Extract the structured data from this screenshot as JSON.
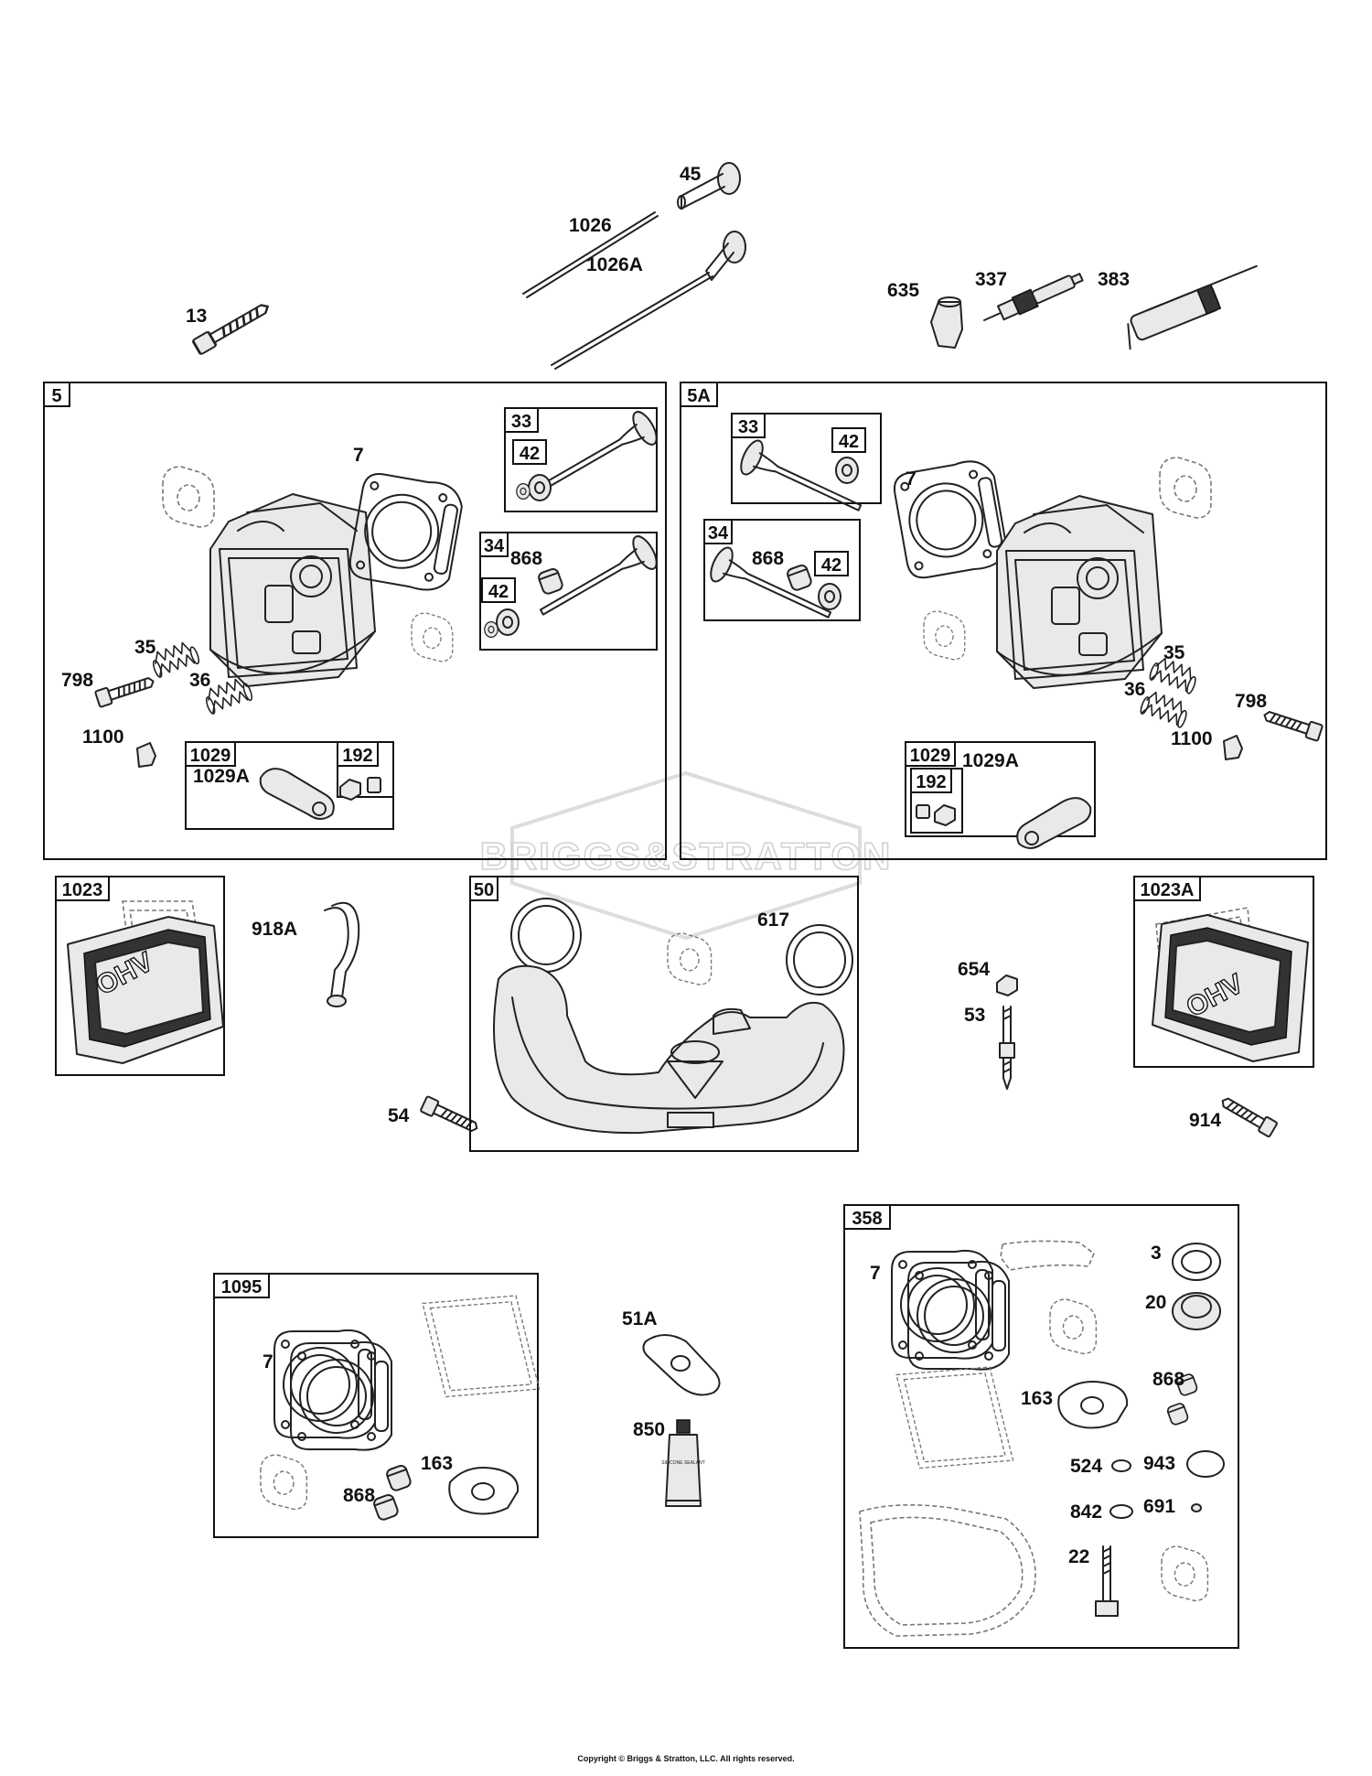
{
  "watermark": "BRIGGS&STRATTON",
  "ohv_text": "OHV",
  "tube_text": "SILICONE SEALANT",
  "copyright": "Copyright © Briggs & Stratton, LLC. All rights reserved.",
  "labels": {
    "p45": "45",
    "p1026": "1026",
    "p1026a": "1026A",
    "p13": "13",
    "p635": "635",
    "p337": "337",
    "p383": "383",
    "h_5": "5",
    "h_5_7": "7",
    "h_5_33": "33",
    "h_5_33_42": "42",
    "h_5_34": "34",
    "h_5_868": "868",
    "h_5_34_42": "42",
    "h_5_35": "35",
    "h_5_798": "798",
    "h_5_36": "36",
    "h_5_1100": "1100",
    "h_5_1029": "1029",
    "h_5_1029a": "1029A",
    "h_5_192": "192",
    "h_5a": "5A",
    "h_5a_33": "33",
    "h_5a_42a": "42",
    "h_5a_7": "7",
    "h_5a_34": "34",
    "h_5a_868": "868",
    "h_5a_42b": "42",
    "h_5a_35": "35",
    "h_5a_36": "36",
    "h_5a_798": "798",
    "h_5a_1100": "1100",
    "h_5a_1029": "1029",
    "h_5a_1029a": "1029A",
    "h_5a_192": "192",
    "b1023": "1023",
    "p918a": "918A",
    "b50": "50",
    "p617": "617",
    "p654": "654",
    "p53": "53",
    "b1023a": "1023A",
    "p54": "54",
    "p914": "914",
    "b1095": "1095",
    "k_7": "7",
    "k_868": "868",
    "k_163": "163",
    "p51a": "51A",
    "p850": "850",
    "b358": "358",
    "g_7": "7",
    "g_3": "3",
    "g_20": "20",
    "g_163": "163",
    "g_868": "868",
    "g_524": "524",
    "g_943": "943",
    "g_842": "842",
    "g_691": "691",
    "g_22": "22"
  }
}
